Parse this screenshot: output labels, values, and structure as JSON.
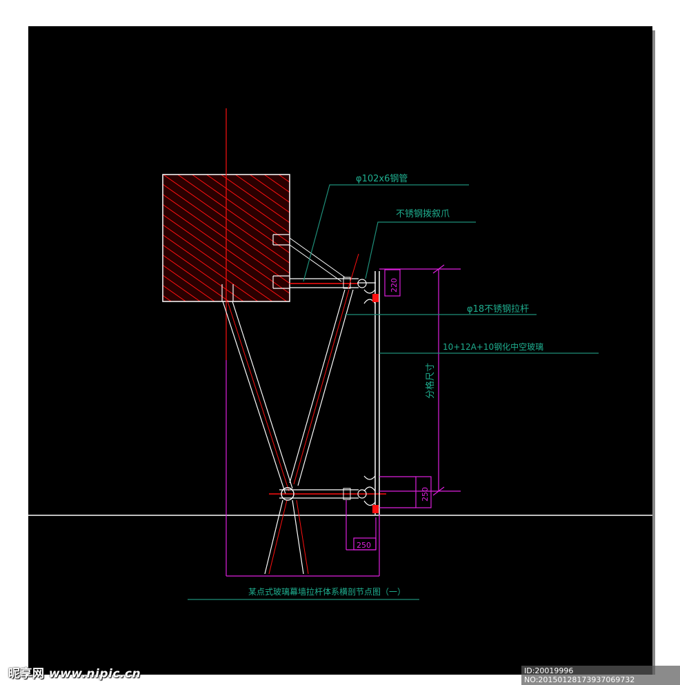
{
  "labels": {
    "pipe": "φ102x6钢管",
    "stainless_clip": "不锈钢拨叙爪",
    "tie_rod": "φ18不锈钢拉杆",
    "glass": "10+12A+10钢化中空玻璃",
    "grid_size": "分格尺寸",
    "dim_top": "220",
    "dim_bottom": "250",
    "dim_horizontal": "250",
    "caption": "某点式玻璃幕墙拉杆体系横剖节点图（一）"
  },
  "watermark": {
    "logo": "昵享网",
    "site": "www.nipic.cn",
    "id_text": "ID:20019996 NO:20150128173937069732"
  },
  "colors": {
    "background": "#000000",
    "frame": "#ffffff",
    "line": "#ffffff",
    "red": "#ff1010",
    "magenta": "#e020e0",
    "leader": "#1f8f7a",
    "text": "#1fae8f"
  }
}
